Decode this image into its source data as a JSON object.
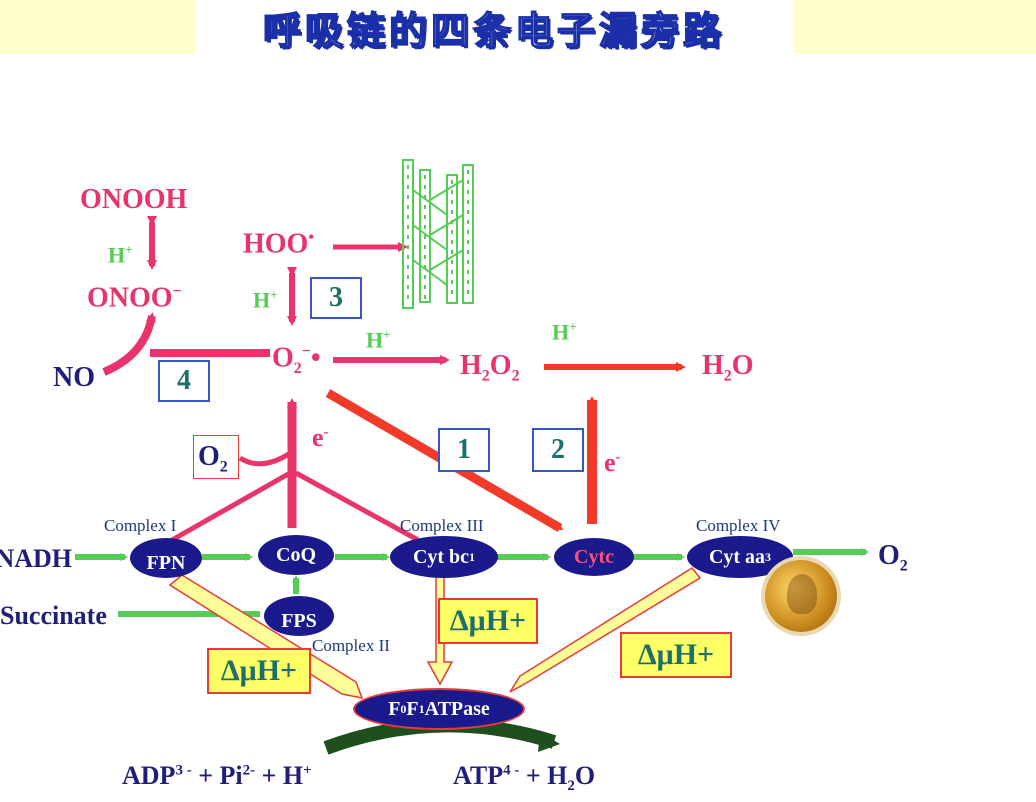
{
  "title": "呼吸链的四条电子漏旁路",
  "species": {
    "onooh": "ONOOH",
    "onoo": "ONOO",
    "onoo_sup": "−",
    "no": "NO",
    "hoo": "HOO",
    "hoo_sup": "•",
    "o2_radical": "O",
    "o2_radical_sub": "2",
    "o2_radical_sup": "−",
    "o2_radical_dot": "•",
    "h2o2_h": "H",
    "h2o2_sub": "2",
    "h2o2_o": "O",
    "h2o2_sub2": "2",
    "h2o_h": "H",
    "h2o_sub": "2",
    "h2o_o": "O",
    "o2_box": "O",
    "o2_box_sub": "2",
    "o2_final": "O",
    "o2_final_sub": "2"
  },
  "protons": {
    "h1": "H",
    "h1_sup": "+",
    "h2": "H",
    "h2_sup": "+",
    "h3": "H",
    "h3_sup": "+",
    "h4": "H",
    "h4_sup": "+"
  },
  "electrons": {
    "e1": "e",
    "e1_sup": "-",
    "e2": "e",
    "e2_sup": "-"
  },
  "leak_paths": [
    "1",
    "2",
    "3",
    "4"
  ],
  "chain": {
    "substrate_nadh": "NADH",
    "substrate_succinate": "Succinate",
    "complex_i": "Complex I",
    "complex_ii": "Complex II",
    "complex_iii": "Complex III",
    "complex_iv": "Complex IV",
    "fpn": "FPN",
    "coq": "CoQ",
    "fps": "FPS",
    "cyt_bc1": "Cyt bc",
    "cyt_bc1_sub": "1",
    "cytc": "Cytc",
    "cyt_aa3": "Cyt aa",
    "cyt_aa3_sub": "3",
    "atpase_f0": "F",
    "atpase_sub0": "0",
    "atpase_f1": "F",
    "atpase_sub1": "1",
    "atpase_rest": "ATPase"
  },
  "proton_motive": [
    "ΔμH+",
    "ΔμH+",
    "ΔμH+"
  ],
  "reaction": {
    "left": "ADP",
    "left_sup": "3 -",
    "pi": " + Pi",
    "pi_sup": "2-",
    "h": " + H",
    "h_sup": "+",
    "right": "ATP",
    "right_sup": "4 -",
    "water": " + H",
    "water_sub": "2",
    "water_o": "O"
  },
  "colors": {
    "pink": "#e8336b",
    "red_arrow": "#f23a2a",
    "green_arrow": "#55cc55",
    "navy": "#1f1f7a",
    "ellipse": "#1a1a8c",
    "box_border": "#3557c6"
  }
}
